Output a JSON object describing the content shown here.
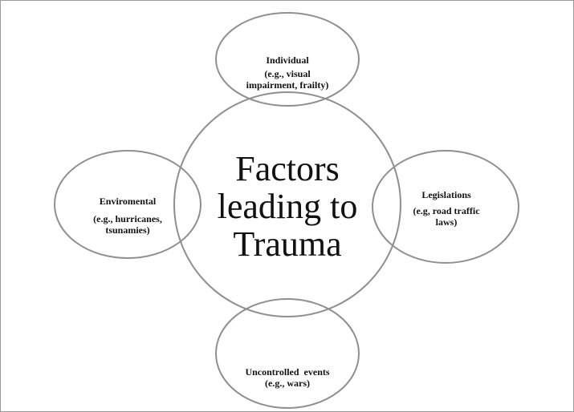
{
  "center": {
    "lines": [
      "Factors",
      "leading to",
      "Trauma"
    ]
  },
  "individual": {
    "title": "Individual",
    "lines": [
      "(e.g., visual",
      "impairment,  frailty)"
    ]
  },
  "environmental": {
    "title": "Enviromental",
    "lines": [
      "(e.g., hurricanes,",
      "tsunamies)"
    ]
  },
  "legislations": {
    "title": "Legislations",
    "lines": [
      "(e.g, road traffic",
      "laws)"
    ]
  },
  "uncontrolled": {
    "title": "Uncontrolled  events",
    "lines": [
      "(e.g., wars)"
    ]
  },
  "colors": {
    "circle_stroke": "#8f8f8f",
    "text": "#111111",
    "frame": "#9a9a9a"
  }
}
